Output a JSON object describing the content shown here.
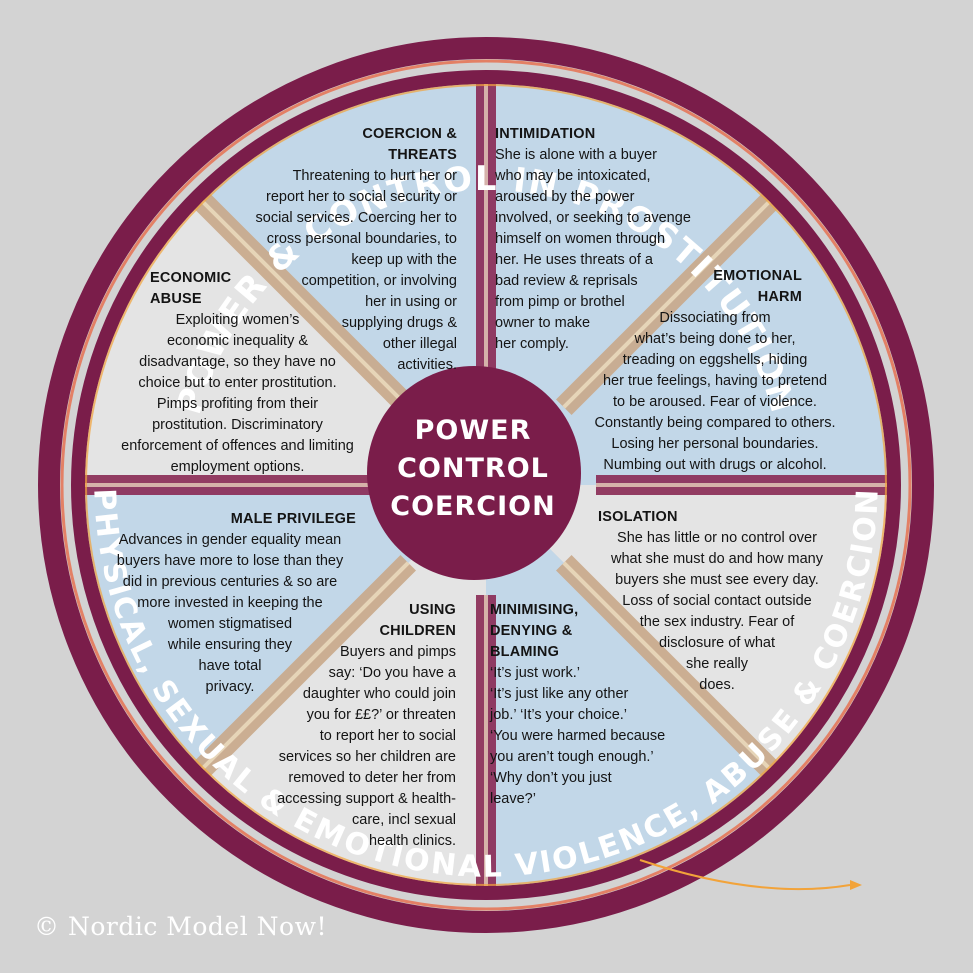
{
  "ring": {
    "top_text": "POWER & CONTROL IN PROSTITUTION",
    "bottom_text": "PHYSICAL, SEXUAL & EMOTIONAL VIOLENCE, ABUSE & COERCION"
  },
  "center": {
    "text": "POWER\nCONTROL\nCOERCION"
  },
  "segments": {
    "coercion": {
      "title": "COERCION &\nTHREATS",
      "body": "Threatening to hurt her or\nreport her to social security or\nsocial services. Coercing her to\ncross personal boundaries, to\nkeep up with the\ncompetition, or involving\nher in using or\nsupplying drugs &\nother illegal\nactivities."
    },
    "intimidation": {
      "title": "INTIMIDATION",
      "body": "She is alone with a buyer\nwho may be intoxicated,\naroused by the power\ninvolved, or seeking to avenge\nhimself on women through\nher. He uses threats of a\nbad review & reprisals\nfrom pimp or brothel\nowner to make\nher comply."
    },
    "economic": {
      "title": "ECONOMIC\nABUSE",
      "body": "Exploiting women’s\neconomic inequality &\ndisadvantage, so they have no\nchoice but to enter prostitution.\nPimps profiting from their\nprostitution. Discriminatory\nenforcement of offences and limiting\nemployment options."
    },
    "emotional": {
      "title": "EMOTIONAL\nHARM",
      "body": "Dissociating from\nwhat’s being done to her,\ntreading on eggshells, hiding\nher true feelings, having to pretend\nto be aroused. Fear of violence.\nConstantly being compared to others.\nLosing her personal boundaries.\nNumbing out with drugs or alcohol."
    },
    "male_privilege": {
      "title": "MALE PRIVILEGE",
      "body": "Advances in gender equality mean\nbuyers have more to lose than they\ndid in previous centuries & so are\nmore invested in keeping the\nwomen stigmatised\nwhile ensuring they\nhave total\nprivacy."
    },
    "isolation": {
      "title": "ISOLATION",
      "body": "She has little or no control over\nwhat she must do and how many\nbuyers she must see every day.\nLoss of social contact outside\nthe sex industry. Fear of\ndisclosure of what\nshe really\ndoes."
    },
    "children": {
      "title": "USING\nCHILDREN",
      "body": "Buyers and pimps\nsay: ‘Do you have a\ndaughter who could join\nyou  for ££?’ or threaten\nto report her to social\nservices so her children are\nremoved to deter her from\naccessing support & health-\ncare, incl sexual\nhealth clinics."
    },
    "minimising": {
      "title": "MINIMISING,\nDENYING &\nBLAMING",
      "body": "‘It’s just work.’\n‘It’s just like any other\njob.’ ‘It’s your choice.’\n‘You were harmed because\nyou aren’t tough enough.’\n‘Why don’t you just\nleave?’"
    }
  },
  "copyright": "© Nordic Model Now!",
  "colors": {
    "ring": "#7a1d4a",
    "ring_dark": "#5e1239",
    "segment_blue": "#c2d7e8",
    "segment_grey": "#e4e4e4",
    "background": "#d3d3d3",
    "spoke": "#c9b48a",
    "glow": "#f2a33a"
  }
}
